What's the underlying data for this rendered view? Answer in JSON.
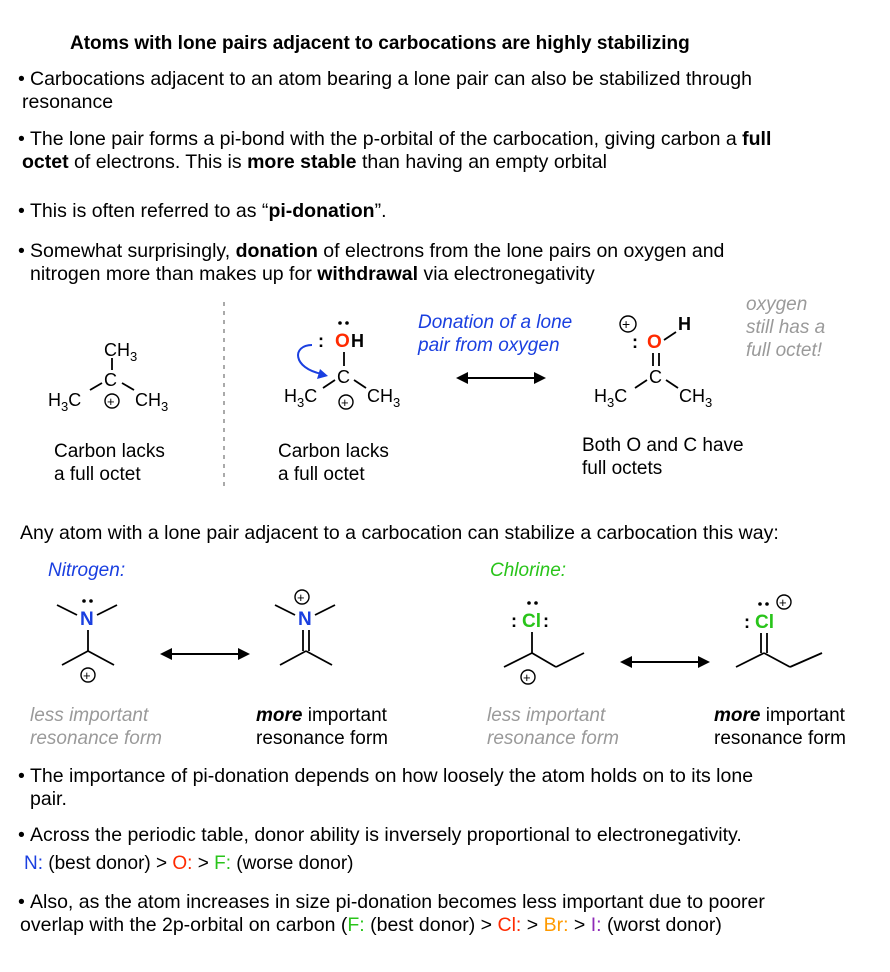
{
  "title": "Atoms with lone pairs adjacent to carbocations are highly stabilizing",
  "bullets": {
    "b1_line1": "Carbocations adjacent to an atom bearing a lone pair can also be stabilized through",
    "b1_line2": "resonance",
    "b2_line1_a": "The lone pair forms a pi-bond with the p-orbital of the carbocation, giving carbon a ",
    "b2_line1_bold": "full",
    "b2_line2_bold": "octet",
    "b2_line2_a": " of electrons. This is ",
    "b2_line2_bold2": "more stable",
    "b2_line2_b": " than having an empty orbital",
    "b3_a": "This is often referred to as “",
    "b3_bold": "pi-donation",
    "b3_b": "”.",
    "b4_line1_a": "Somewhat surprisingly, ",
    "b4_line1_bold": "donation",
    "b4_line1_b": " of electrons from the lone pairs on oxygen and",
    "b4_line2_a": "nitrogen more than makes up for ",
    "b4_line2_bold": "withdrawal",
    "b4_line2_b": " via electronegativity"
  },
  "structures": {
    "ch3": "CH",
    "h3c": "H",
    "sub3": "3",
    "c": "C",
    "oh_o": "O",
    "oh_h": "H",
    "colon": ":",
    "plus": "+",
    "n": "N",
    "cl": "Cl"
  },
  "captions": {
    "cap1_line1": "Carbon lacks",
    "cap1_line2": "a full octet",
    "cap2_line1": "Carbon lacks",
    "cap2_line2": "a full octet",
    "cap3_line1": "Both O and C have",
    "cap3_line2": "full octets",
    "donation_line1": "Donation of a lone",
    "donation_line2": "pair from oxygen",
    "oxygen_note_1": "oxygen",
    "oxygen_note_2": "still has a",
    "oxygen_note_3": "full octet!"
  },
  "any_atom": "Any atom with a lone pair adjacent to a carbocation can stabilize a carbocation this way:",
  "labels": {
    "nitrogen": "Nitrogen:",
    "chlorine": "Chlorine:",
    "less_1": "less important",
    "less_2": "resonance form",
    "more_bold": "more",
    "more_1": " important",
    "more_2": "resonance form"
  },
  "bottom": {
    "b5_line1": "The importance of pi-donation depends on how loosely the atom holds on to its lone",
    "b5_line2": "pair.",
    "b6": "Across the periodic table, donor ability is inversely proportional to electronegativity.",
    "order_n": "N:",
    "order_n_text": " (best donor)  > ",
    "order_o": "O:",
    "order_gt": " > ",
    "order_f": "F:",
    "order_f_text": " (worse donor)",
    "b7_line1": "Also, as the atom increases in size pi-donation becomes less important due to poorer",
    "b7_line2_a": "overlap with the 2p-orbital on carbon (",
    "b7_f": "F:",
    "b7_best": "  (best donor) > ",
    "b7_cl": "Cl:",
    "b7_gt1": "  > ",
    "b7_br": "Br:",
    "b7_gt2": "  > ",
    "b7_i": "I:",
    "b7_worst": " (worst donor)"
  },
  "colors": {
    "blue": "#1a3fe0",
    "red": "#ff2a00",
    "green": "#29c41a",
    "orange": "#ff9a00",
    "purple": "#8e2ab8",
    "gray": "#9a9a9a"
  }
}
